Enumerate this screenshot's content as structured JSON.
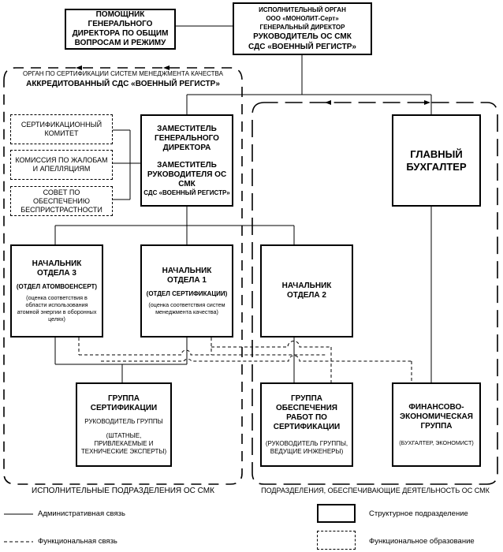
{
  "top": {
    "assistant": "ПОМОЩНИК ГЕНЕРАЛЬНОГО ДИРЕКТОРА ПО ОБЩИМ ВОПРОСАМ И РЕЖИМУ",
    "executive": {
      "line1": "ИСПОЛНИТЕЛЬНЫЙ ОРГАН",
      "line2": "ООО «МОНОЛИТ-Серт»",
      "line3": "ГЕНЕРАЛЬНЫЙ ДИРЕКТОР",
      "line4": "РУКОВОДИТЕЛЬ ОС СМК",
      "line5": "СДС «ВОЕННЫЙ РЕГИСТР»"
    }
  },
  "left_region": {
    "title1": "ОРГАН ПО СЕРТИФИКАЦИИ СИСТЕМ МЕНЕДЖМЕНТА КАЧЕСТВА",
    "title2": "АККРЕДИТОВАННЫЙ СДС «ВОЕННЫЙ РЕГИСТР»",
    "footer": "ИСПОЛНИТЕЛЬНЫЕ ПОДРАЗДЕЛЕНИЯ ОС СМК"
  },
  "right_region": {
    "footer": "ПОДРАЗДЕЛЕНИЯ, ОБЕСПЕЧИВАЮЩИЕ ДЕЯТЕЛЬНОСТЬ ОС СМК"
  },
  "committees": [
    "СЕРТИФИКАЦИОННЫЙ КОМИТЕТ",
    "КОМИССИЯ ПО ЖАЛОБАМ И АПЕЛЛЯЦИЯМ",
    "СОВЕТ ПО ОБЕСПЕЧЕНИЮ БЕСПРИСТРАСТНОСТИ"
  ],
  "deputy": {
    "title": "ЗАМЕСТИТЕЛЬ ГЕНЕРАЛЬНОГО ДИРЕКТОРА",
    "subtitle": "ЗАМЕСТИТЕЛЬ РУКОВОДИТЕЛЯ ОС СМК",
    "org": "СДС «ВОЕННЫЙ РЕГИСТР»"
  },
  "chief_accountant": "ГЛАВНЫЙ БУХГАЛТЕР",
  "dept3": {
    "title": "НАЧАЛЬНИК ОТДЕЛА 3",
    "name": "(ОТДЕЛ АТОМВОЕНСЕРТ)",
    "desc": "(оценка соответствия в области использования атомной энергии в оборонных целях)"
  },
  "dept1": {
    "title": "НАЧАЛЬНИК ОТДЕЛА 1",
    "name": "(ОТДЕЛ СЕРТИФИКАЦИИ)",
    "desc": "(оценка соответствия систем менеджмента качества)"
  },
  "dept2": {
    "title": "НАЧАЛЬНИК ОТДЕЛА 2"
  },
  "cert_group": {
    "title": "ГРУППА СЕРТИФИКАЦИИ",
    "lead": "РУКОВОДИТЕЛЬ ГРУППЫ",
    "staff": "(ШТАТНЫЕ, ПРИВЛЕКАЕМЫЕ И ТЕХНИЧЕСКИЕ ЭКСПЕРТЫ)"
  },
  "support_group": {
    "title": "ГРУППА ОБЕСПЕЧЕНИЯ РАБОТ ПО СЕРТИФИКАЦИИ",
    "staff": "(РУКОВОДИТЕЛЬ ГРУППЫ, ВЕДУЩИЕ ИНЖЕНЕРЫ)"
  },
  "finance_group": {
    "title": "ФИНАНСОВО-ЭКОНОМИЧЕСКАЯ ГРУППА",
    "staff": "(БУХГАЛТЕР, ЭКОНОМИСТ)"
  },
  "legend": {
    "admin": "Административная связь",
    "func": "Функциональная связь",
    "structural": "Структурное подразделение",
    "functional_unit": "Функциональное образование"
  }
}
